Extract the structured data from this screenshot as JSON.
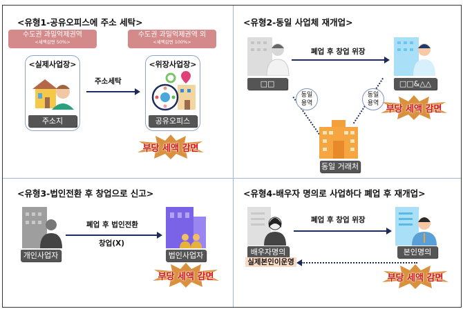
{
  "type1": {
    "title": "<유형1-공유오피스에 주소 세탁>",
    "zone_left": "수도권 과밀억제권역",
    "zone_left_sub": "<세액감면 50%>",
    "zone_right": "수도권 과밀억제권역 외",
    "zone_right_sub": "<세액감면 100%>",
    "card_left_title": "<실제사업장>",
    "card_left_label": "주소지",
    "arrow_label": "주소세탁",
    "card_right_title": "<위장사업장>",
    "card_right_label": "공유오피스",
    "burst": "부당 세액 감면"
  },
  "type2": {
    "title": "<유형2-동일 사업체 재개업>",
    "left_label": "□□",
    "arrow_label": "폐업 후 창업 위장",
    "right_label": "□□&△△",
    "same_service_left": "동일\n용역",
    "same_service_right": "동일\n용역",
    "bottom_label": "동일 거래처",
    "burst": "부당 세액 감면"
  },
  "type3": {
    "title": "<유형3-법인전환 후 창업으로 신고>",
    "left_label": "개인사업자",
    "arrow_label": "폐업 후 법인전환",
    "arrow_sub": "창업(X)",
    "right_label": "법인사업자",
    "burst": "부당 세액 감면"
  },
  "type4": {
    "title": "<유형4-배우자 명의로 사업하다 폐업 후 재개업>",
    "left_label": "배우자명의",
    "arrow_label": "폐업 후 창업 위장",
    "right_label": "본인명의",
    "actual_label": "실제본인이운영",
    "burst": "부당 세액 감면"
  },
  "colors": {
    "burst": "#d9913e",
    "burst_text": "#d01818",
    "zone": "#d48a8a",
    "arrow": "#1d2b5c"
  }
}
